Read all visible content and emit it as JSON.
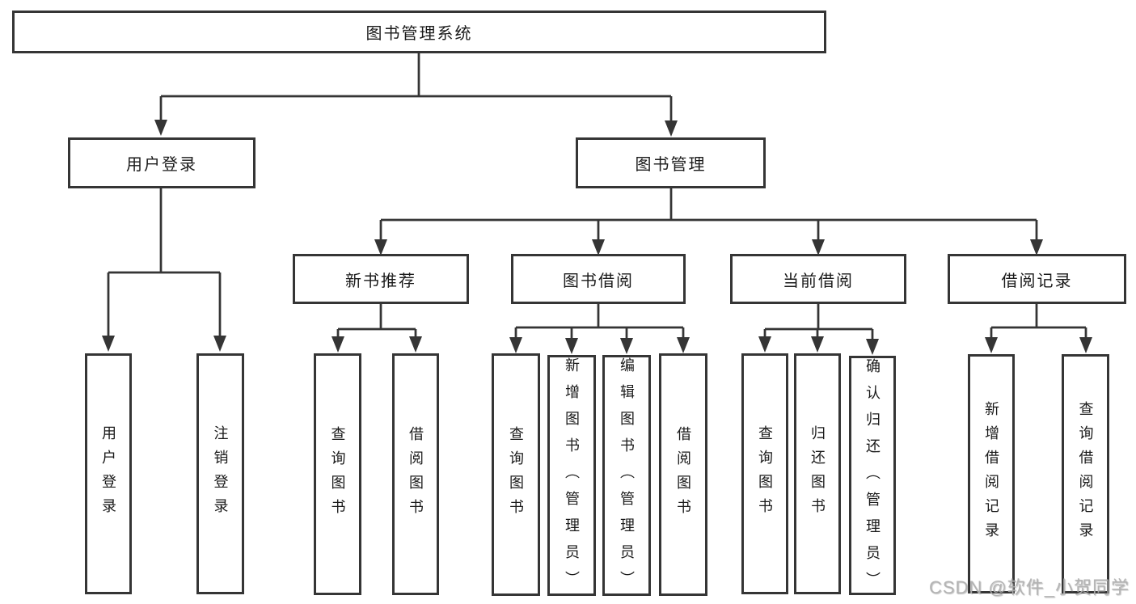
{
  "diagram_type": "hierarchy-tree",
  "colors": {
    "background": "#ffffff",
    "line": "#353535",
    "box_border": "#353535",
    "text": "#1a1a1a",
    "watermark": "#b0b0b0"
  },
  "watermark": {
    "text": "CSDN @软件_小贺同学"
  },
  "tree": {
    "root": {
      "label": "图书管理系统"
    },
    "branches": [
      {
        "label": "用户登录",
        "children": [
          {
            "label": "用户登录"
          },
          {
            "label": "注销登录"
          }
        ]
      },
      {
        "label": "图书管理",
        "children": [
          {
            "label": "新书推荐",
            "children": [
              {
                "label": "查询图书"
              },
              {
                "label": "借阅图书"
              }
            ]
          },
          {
            "label": "图书借阅",
            "children": [
              {
                "label": "查询图书"
              },
              {
                "label": "新增图书（管理员）"
              },
              {
                "label": "编辑图书（管理员）"
              },
              {
                "label": "借阅图书"
              }
            ]
          },
          {
            "label": "当前借阅",
            "children": [
              {
                "label": "查询图书"
              },
              {
                "label": "归还图书"
              },
              {
                "label": "确认归还（管理员）"
              }
            ]
          },
          {
            "label": "借阅记录",
            "children": [
              {
                "label": "新增借阅记录"
              },
              {
                "label": "查询借阅记录"
              }
            ]
          }
        ]
      }
    ]
  }
}
